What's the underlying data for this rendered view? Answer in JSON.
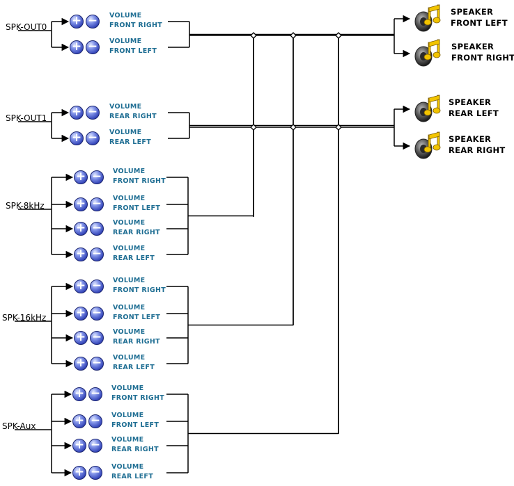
{
  "sources": [
    {
      "name": "SPK-OUT0",
      "channels": [
        {
          "line1": "VOLUME",
          "line2": "FRONT RIGHT"
        },
        {
          "line1": "VOLUME",
          "line2": "FRONT LEFT"
        }
      ]
    },
    {
      "name": "SPK-OUT1",
      "channels": [
        {
          "line1": "VOLUME",
          "line2": "REAR RIGHT"
        },
        {
          "line1": "VOLUME",
          "line2": "REAR LEFT"
        }
      ]
    },
    {
      "name": "SPK-8kHz",
      "channels": [
        {
          "line1": "VOLUME",
          "line2": "FRONT RIGHT"
        },
        {
          "line1": "VOLUME",
          "line2": "FRONT LEFT"
        },
        {
          "line1": "VOLUME",
          "line2": "REAR RIGHT"
        },
        {
          "line1": "VOLUME",
          "line2": "REAR LEFT"
        }
      ]
    },
    {
      "name": "SPK-16kHz",
      "channels": [
        {
          "line1": "VOLUME",
          "line2": "FRONT RIGHT"
        },
        {
          "line1": "VOLUME",
          "line2": "FRONT LEFT"
        },
        {
          "line1": "VOLUME",
          "line2": "REAR RIGHT"
        },
        {
          "line1": "VOLUME",
          "line2": "REAR LEFT"
        }
      ]
    },
    {
      "name": "SPK-Aux",
      "channels": [
        {
          "line1": "VOLUME",
          "line2": "FRONT RIGHT"
        },
        {
          "line1": "VOLUME",
          "line2": "FRONT LEFT"
        },
        {
          "line1": "VOLUME",
          "line2": "REAR RIGHT"
        },
        {
          "line1": "VOLUME",
          "line2": "REAR LEFT"
        }
      ]
    }
  ],
  "speakers": [
    {
      "line1": "SPEAKER",
      "line2": "FRONT LEFT"
    },
    {
      "line1": "SPEAKER",
      "line2": "FRONT RIGHT"
    },
    {
      "line1": "SPEAKER",
      "line2": "REAR LEFT"
    },
    {
      "line1": "SPEAKER",
      "line2": "REAR RIGHT"
    }
  ],
  "buttons": {
    "plus": "+",
    "minus": "−"
  },
  "colors": {
    "line": "#000000",
    "volume_text": "#1f6e93",
    "button_blue": "#3344b8",
    "speaker_gold": "#f2c400"
  },
  "icons": {
    "increase": "plus-circle-icon",
    "decrease": "minus-circle-icon",
    "speaker": "speaker-music-icon"
  }
}
